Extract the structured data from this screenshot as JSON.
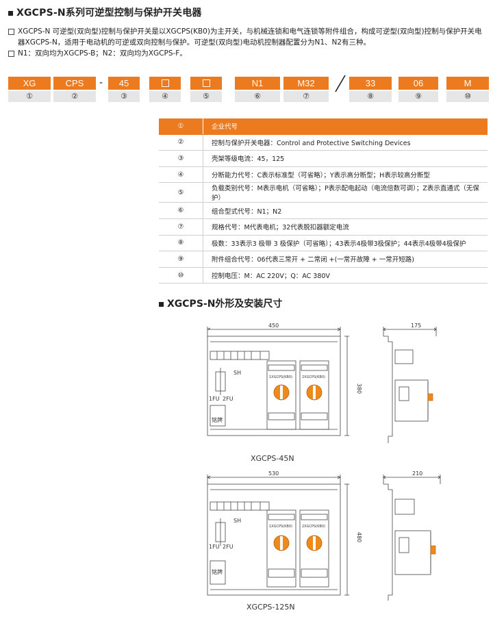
{
  "title": "XGCPS-N系列可逆型控制与保护开关电器",
  "intro": [
    "XGCPS-N 可逆型(双向型)控制与保护开关是以XGCPS(KB0)为主开关，与机械连锁和电气连锁等附件组合，构成可逆型(双向型)控制与保护开关电器XGCPS-N，适用于电动机的可逆或双向控制与保护。可逆型(双向型)电动机控制器配置分为N1、N2有三种。",
    "N1：双向均为XGCPS-B；N2：双向均为XGCPS-F。"
  ],
  "code_boxes": [
    "XG",
    "CPS",
    "45",
    "",
    "",
    "N1",
    "M32",
    "33",
    "06",
    "M"
  ],
  "code_dash": "-",
  "code_numbers": [
    "①",
    "②",
    "③",
    "④",
    "⑤",
    "⑥",
    "⑦",
    "⑧",
    "⑨",
    "⑩"
  ],
  "spec_table": [
    {
      "num": "①",
      "text": "企业代号"
    },
    {
      "num": "②",
      "text": "控制与保护开关电器：Control and Protective Switching Devices"
    },
    {
      "num": "③",
      "text": "壳架等级电流：45，125"
    },
    {
      "num": "④",
      "text": "分断能力代号：C表示标准型（可省略）；Y表示高分断型；H表示较高分断型"
    },
    {
      "num": "⑤",
      "text": "负载类别代号：M表示电机（可省略）；P表示配电起动（电流倍数可调）；Z表示直通式（无保护）"
    },
    {
      "num": "⑥",
      "text": "组合型式代号：N1；N2"
    },
    {
      "num": "⑦",
      "text": "规格代号：M代表电机；32代表脱扣器额定电流"
    },
    {
      "num": "⑧",
      "text": "极数：33表示3 极带 3 极保护（可省略）；43表示4极带3极保护；44表示4极带4极保护"
    },
    {
      "num": "⑨",
      "text": "附件组合代号：06代表三常开 + 二常闭 +(一常开故障 + 一常开短路)"
    },
    {
      "num": "⑩",
      "text": "控制电压：M：AC 220V；Q：AC 380V"
    }
  ],
  "section2_title": "XGCPS-N外形及安装尺寸",
  "drawing1": {
    "width": "450",
    "height": "380",
    "depth": "175",
    "caption": "XGCPS-45N",
    "sh": "SH",
    "fu1": "1FU",
    "fu2": "2FU",
    "plate": "铭牌",
    "kb1": "1XGCPS(KB0)",
    "kb2": "2XGCPS(KB0)"
  },
  "drawing2": {
    "width": "530",
    "height": "480",
    "depth": "210",
    "caption": "XGCPS-125N",
    "sh": "SH",
    "fu1": "1FU",
    "fu2": "2FU",
    "plate": "铭牌",
    "kb1": "1XGCPS(KB0)",
    "kb2": "2XGCPS(KB0)"
  },
  "colors": {
    "accent": "#ec7a1e",
    "knob": "#ee8a1c"
  }
}
